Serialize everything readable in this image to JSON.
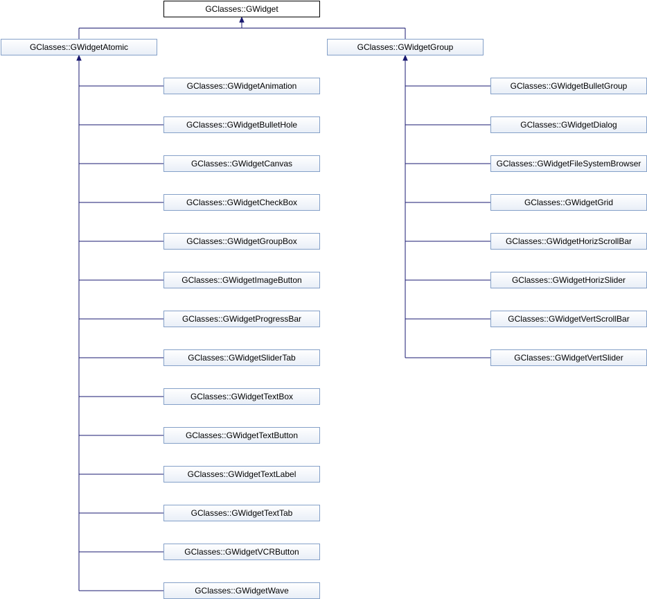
{
  "colors": {
    "edge": "#191970",
    "node_border": "#84a0c8",
    "node_fill_top": "#ffffff",
    "node_fill_bottom": "#e8eef7",
    "root_border": "#000000",
    "root_fill": "#ffffff"
  },
  "root": {
    "label": "GClasses::GWidget"
  },
  "groups": [
    {
      "label": "GClasses::GWidgetAtomic",
      "children": [
        "GClasses::GWidgetAnimation",
        "GClasses::GWidgetBulletHole",
        "GClasses::GWidgetCanvas",
        "GClasses::GWidgetCheckBox",
        "GClasses::GWidgetGroupBox",
        "GClasses::GWidgetImageButton",
        "GClasses::GWidgetProgressBar",
        "GClasses::GWidgetSliderTab",
        "GClasses::GWidgetTextBox",
        "GClasses::GWidgetTextButton",
        "GClasses::GWidgetTextLabel",
        "GClasses::GWidgetTextTab",
        "GClasses::GWidgetVCRButton",
        "GClasses::GWidgetWave"
      ]
    },
    {
      "label": "GClasses::GWidgetGroup",
      "children": [
        "GClasses::GWidgetBulletGroup",
        "GClasses::GWidgetDialog",
        "GClasses::GWidgetFileSystemBrowser",
        "GClasses::GWidgetGrid",
        "GClasses::GWidgetHorizScrollBar",
        "GClasses::GWidgetHorizSlider",
        "GClasses::GWidgetVertScrollBar",
        "GClasses::GWidgetVertSlider"
      ]
    }
  ]
}
